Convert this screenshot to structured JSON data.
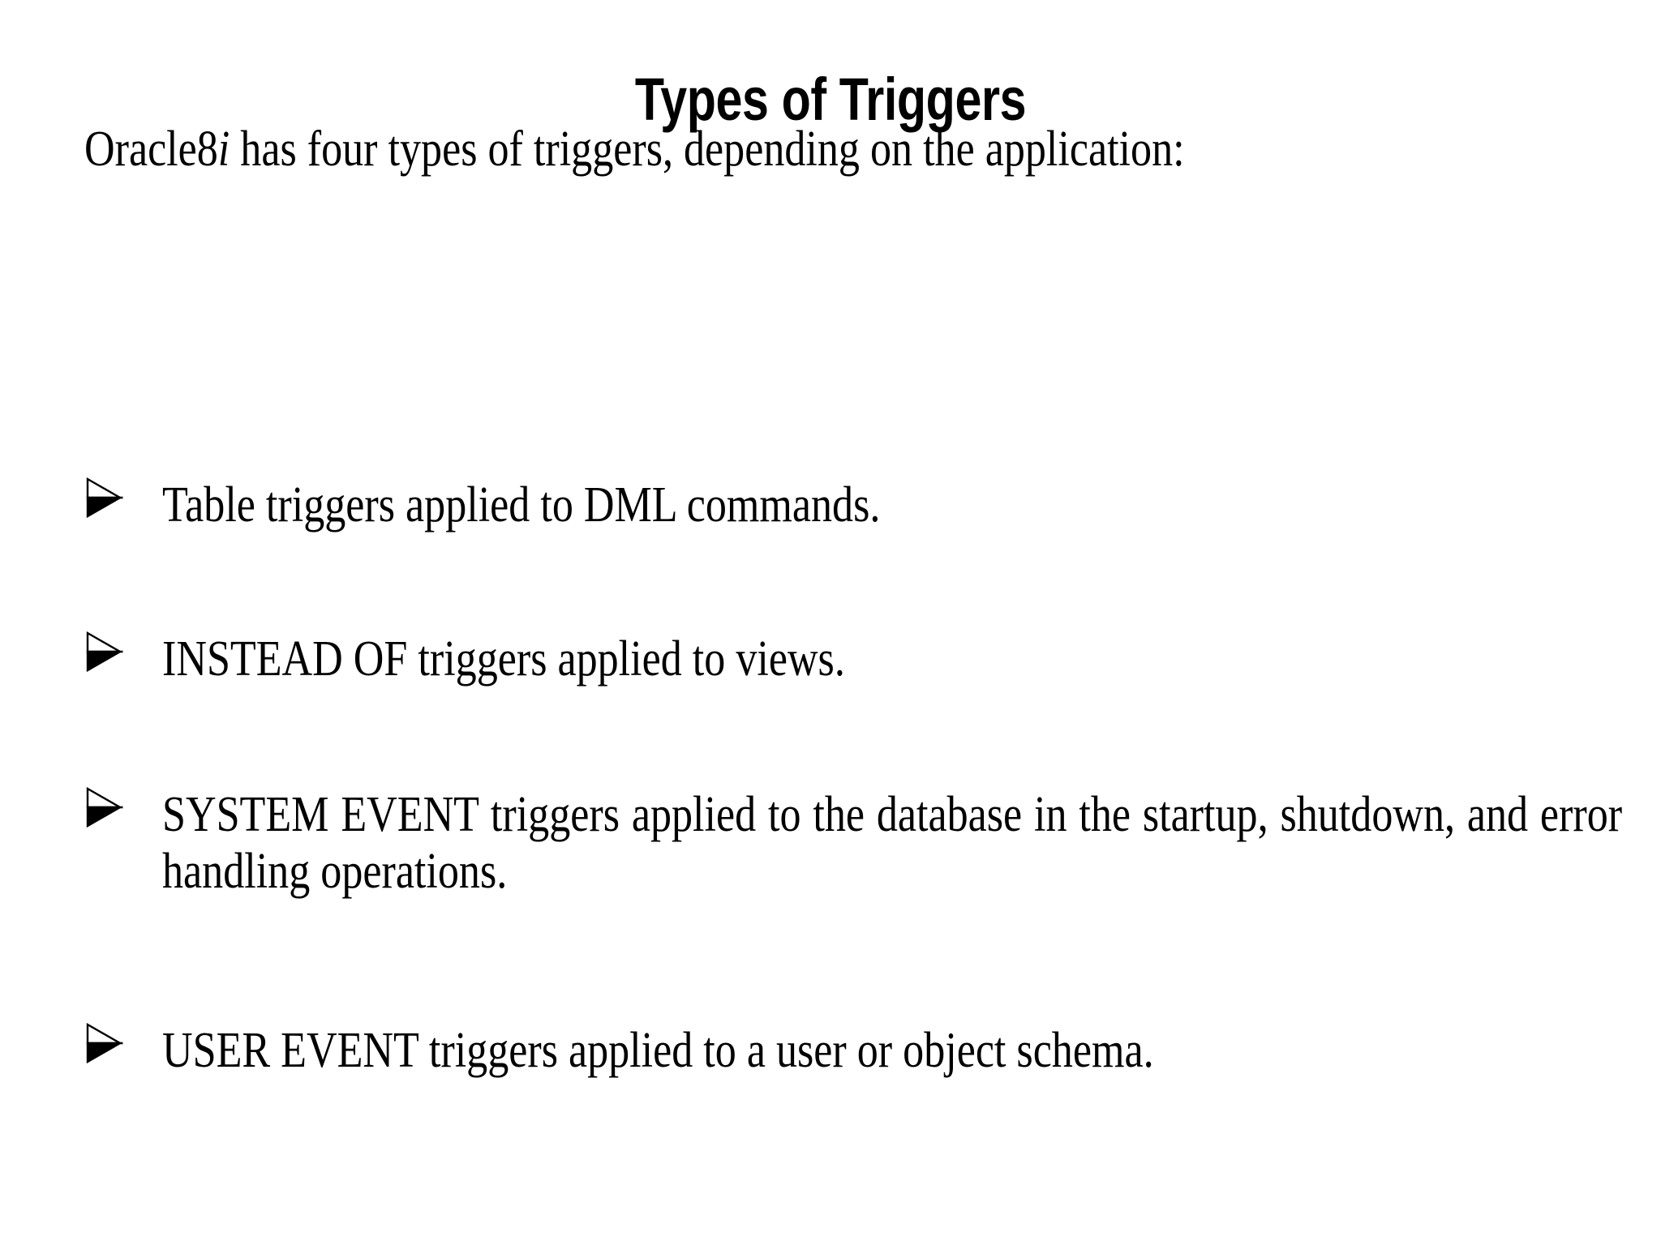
{
  "slide": {
    "title": "Types of Triggers",
    "background_color": "#ffffff",
    "text_color": "#000000",
    "intro": {
      "lead": "Oracle8",
      "lead_italic": "i",
      "rest": " has four types of triggers, depending on the application:"
    },
    "bullet_marker_glyph": "➢",
    "bullets": [
      {
        "text": "Table triggers applied to DML commands.",
        "justified": false
      },
      {
        "text": "INSTEAD OF triggers applied to views.",
        "justified": false
      },
      {
        "text": "SYSTEM EVENT triggers applied to the database in the startup, shutdown, and error handling operations.",
        "justified": true
      },
      {
        "text": "USER EVENT triggers applied to a user or object schema.",
        "justified": true
      }
    ]
  }
}
